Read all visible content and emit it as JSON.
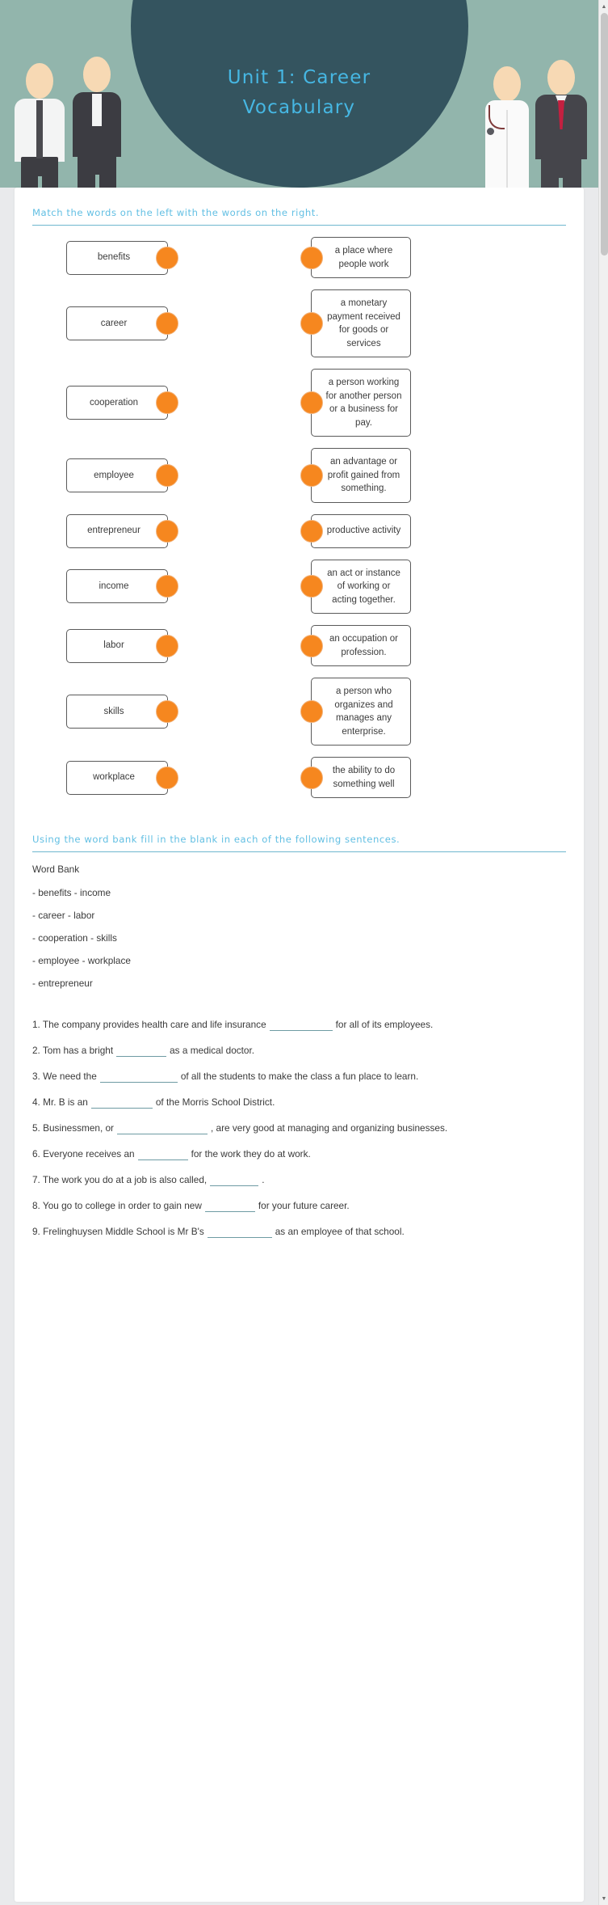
{
  "header": {
    "title": "Unit 1: Career\nVocabulary",
    "bg_color": "#92b5ac",
    "circle_color": "#34545f",
    "title_color": "#46b7e3"
  },
  "section1": {
    "instruction": "Match the words on the left with the words on the right.",
    "pairs": [
      {
        "word": "benefits",
        "definition": "a place where people work"
      },
      {
        "word": "career",
        "definition": "a monetary payment received for goods or services"
      },
      {
        "word": "cooperation",
        "definition": "a person working for another person or a business for pay."
      },
      {
        "word": "employee",
        "definition": "an advantage or profit gained from something."
      },
      {
        "word": "entrepreneur",
        "definition": "productive activity"
      },
      {
        "word": "income",
        "definition": "an act or instance of working or acting together."
      },
      {
        "word": "labor",
        "definition": "an occupation or profession."
      },
      {
        "word": "skills",
        "definition": "a person who organizes and manages any enterprise."
      },
      {
        "word": "workplace",
        "definition": "the ability to do something well"
      }
    ],
    "dot_color": "#f6871f"
  },
  "section2": {
    "instruction": "Using the word bank fill in the blank in each of the following sentences.",
    "word_bank_title": "Word Bank",
    "word_bank_lines": [
      "- benefits - income",
      "- career - labor",
      "- cooperation - skills",
      "- employee - workplace",
      "- entrepreneur"
    ],
    "sentences": [
      {
        "number": "1.",
        "before": "The company provides health care and life insurance",
        "blank_width": 78,
        "after": "for all of its employees."
      },
      {
        "number": "2.",
        "before": "Tom has a bright",
        "blank_width": 62,
        "after": "as a medical doctor."
      },
      {
        "number": "3.",
        "before": "We need the",
        "blank_width": 96,
        "after": "of all the students to make the class a fun place to learn."
      },
      {
        "number": "4.",
        "before": "Mr. B is an",
        "blank_width": 76,
        "after": "of the Morris School District."
      },
      {
        "number": "5.",
        "before": "Businessmen, or",
        "blank_width": 112,
        "after": ", are very good at managing and organizing businesses."
      },
      {
        "number": "6.",
        "before": "Everyone receives an",
        "blank_width": 62,
        "after": "for the work they do at work."
      },
      {
        "number": "7.",
        "before": "The work you do at a job is also called,",
        "blank_width": 60,
        "after": "."
      },
      {
        "number": "8.",
        "before": "You go to college in order to gain new",
        "blank_width": 62,
        "after": "for your future career."
      },
      {
        "number": "9.",
        "before": "Frelinghuysen Middle School is Mr B's",
        "blank_width": 80,
        "after": "as an employee of that school."
      }
    ]
  },
  "scrollbar": {
    "up": "▲",
    "down": "▼"
  }
}
